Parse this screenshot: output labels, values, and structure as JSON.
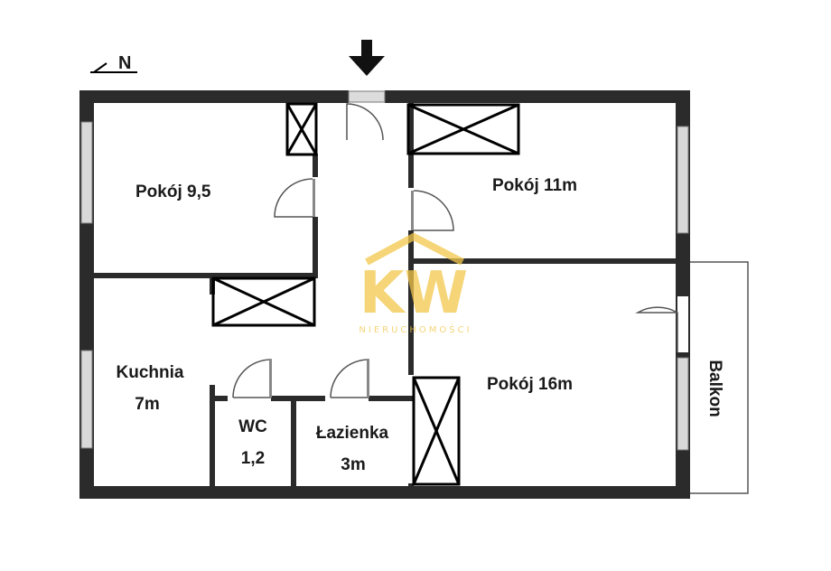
{
  "compass": {
    "label": "N"
  },
  "rooms": {
    "pokoj_a": {
      "label": "Pokój 9,5"
    },
    "pokoj_b": {
      "label": "Pokój 11m"
    },
    "pokoj_c": {
      "label": "Pokój 16m"
    },
    "kuchnia": {
      "line1": "Kuchnia",
      "line2": "7m"
    },
    "wc": {
      "line1": "WC",
      "line2": "1,2"
    },
    "lazienka": {
      "line1": "Łazienka",
      "line2": "3m"
    },
    "balkon": {
      "label": "Balkon"
    }
  },
  "watermark": {
    "logo": "KW",
    "tagline": "NIERUCHOMOŚCI",
    "color": "#f2c84b"
  },
  "colors": {
    "wall": "#2b2b2b",
    "window": "#d9d9d9",
    "door": "#555555",
    "line": "#000000"
  }
}
